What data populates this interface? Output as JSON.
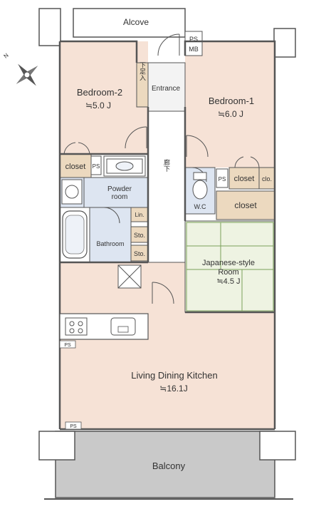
{
  "rooms": {
    "alcove": "Alcove",
    "ps_mb_top": "PS",
    "ps_mb_bottom": "MB",
    "entrance": "Entrance",
    "shoe_box": "下足入",
    "hall": "廊下",
    "bedroom1_name": "Bedroom-1",
    "bedroom1_size": "≒6.0 J",
    "bedroom2_name": "Bedroom-2",
    "bedroom2_size": "≒5.0 J",
    "closet_b2": "closet",
    "ps_b2": "PS",
    "powder_line1": "Powder",
    "powder_line2": "room",
    "linen": "Lin.",
    "bathroom": "Bathroom",
    "storage1": "Sto.",
    "storage2": "Sto.",
    "wc": "W.C",
    "ps_wc": "PS",
    "closet_b1": "closet",
    "clo_b1": "clo.",
    "closet_jp": "closet",
    "jp_line1": "Japanese-style",
    "jp_line2": "Room",
    "jp_size": "≒4.5 J",
    "ldk_name": "Living Dining Kitchen",
    "ldk_size": "≒16.1J",
    "ps_kitchen": "PS",
    "ps_ldk": "PS",
    "balcony": "Balcony",
    "compass_label": "N"
  },
  "colors": {
    "room_fill": "#f6e2d6",
    "wet_fill": "#dde5f1",
    "closet_fill": "#ecd9bf",
    "tatami_fill": "#eef3e2",
    "hall_fill": "#ffffff",
    "balcony_fill": "#c9c9c9",
    "wall": "#555555"
  }
}
